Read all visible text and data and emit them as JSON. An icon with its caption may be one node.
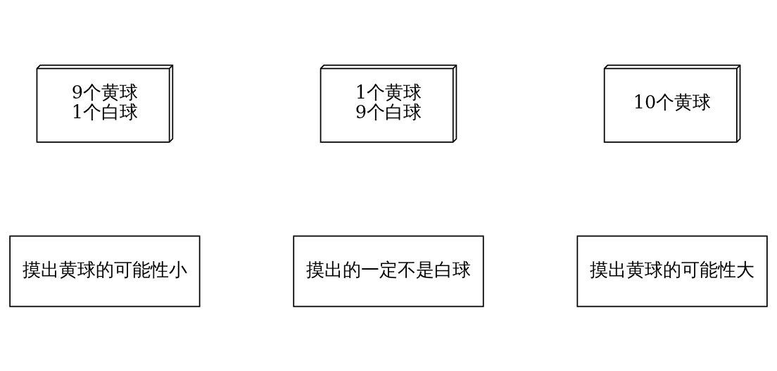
{
  "diagram": {
    "nodes": [
      {
        "text": [
          "9个黄球",
          "1个白球"
        ]
      },
      {
        "text": [
          "1个黄球",
          "9个白球"
        ]
      },
      {
        "text": [
          "10个黄球"
        ]
      },
      {
        "text": [
          "摸出黄球的可能性小"
        ]
      },
      {
        "text": [
          "摸出的一定不是白球"
        ]
      },
      {
        "text": [
          "摸出黄球的可能性大"
        ]
      }
    ],
    "edges": []
  }
}
